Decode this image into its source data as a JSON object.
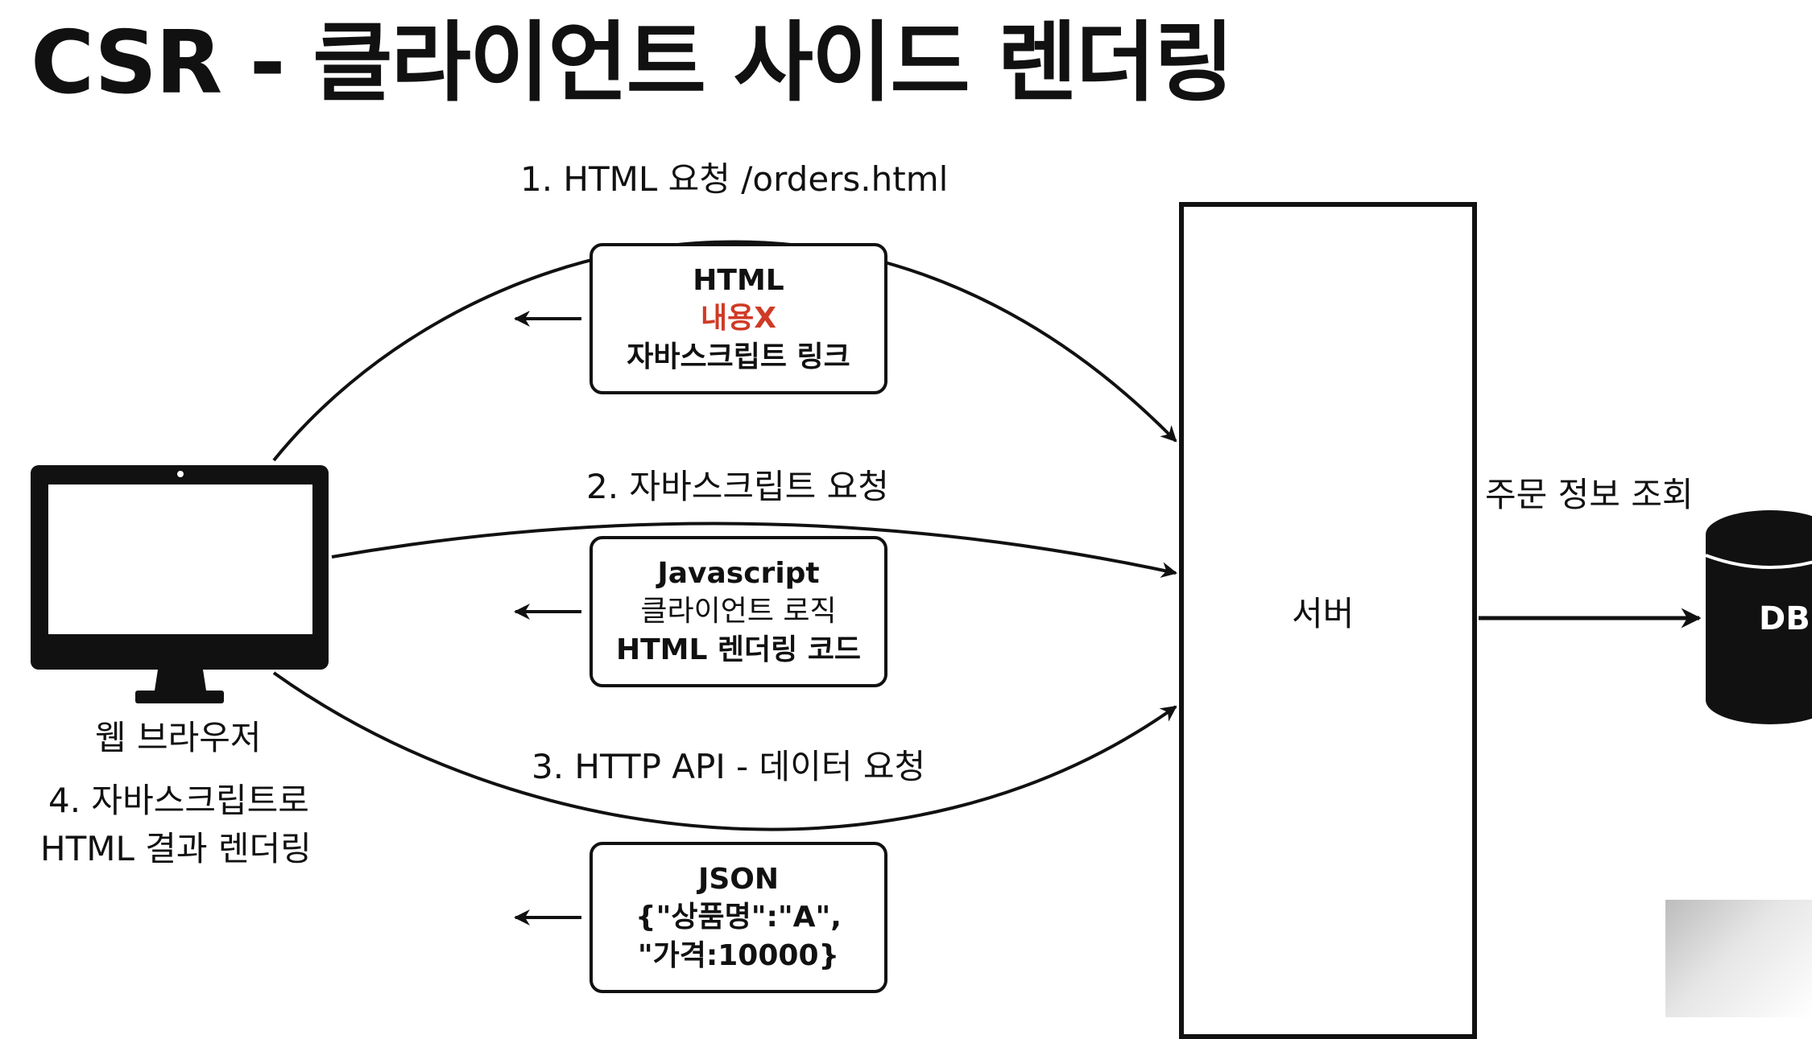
{
  "title": "CSR - 클라이언트 사이드 렌더링",
  "browser": {
    "label": "웹 브라우저",
    "note_line1": "4. 자바스크립트로",
    "note_line2": "HTML 결과 렌더링"
  },
  "requests": {
    "r1": "1. HTML 요청 /orders.html",
    "r2": "2. 자바스크립트 요청",
    "r3": "3. HTTP API -  데이터 요청"
  },
  "responses": {
    "html": {
      "line1": "HTML",
      "line2": "내용X",
      "line3": "자바스크립트 링크"
    },
    "js": {
      "line1": "Javascript",
      "line2": "클라이언트 로직",
      "line3": "HTML 렌더링 코드"
    },
    "json": {
      "line1": "JSON",
      "line2": "{\"상품명\":\"A\",",
      "line3": "\"가격:10000}"
    }
  },
  "server": {
    "label": "서버"
  },
  "db": {
    "label": "DB",
    "query_label": "주문 정보 조회"
  },
  "colors": {
    "ink": "#111111",
    "accent_red": "#d03a26",
    "background": "#ffffff"
  }
}
